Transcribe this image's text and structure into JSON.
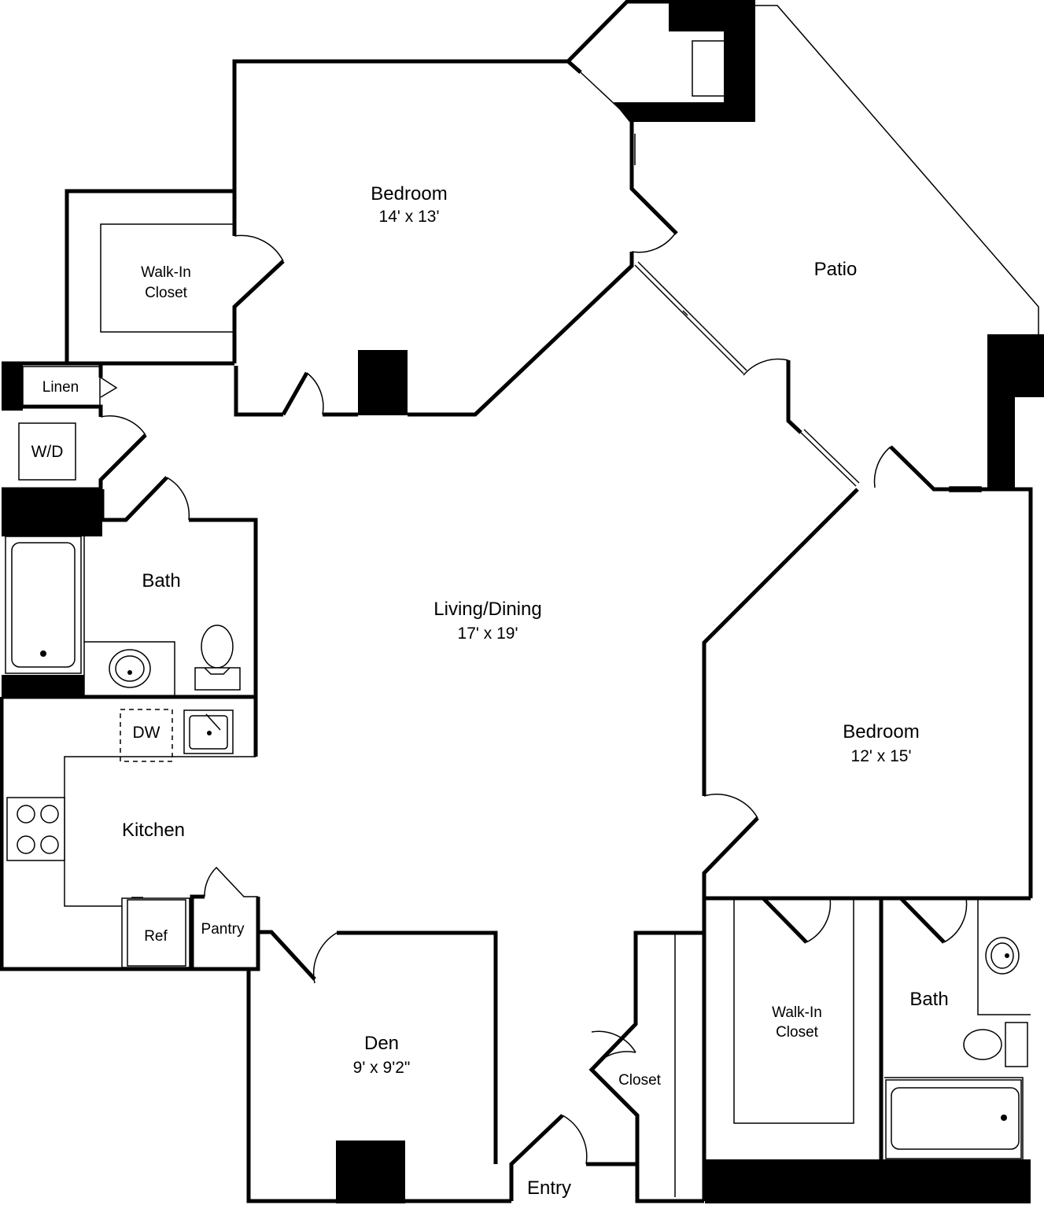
{
  "rooms": {
    "bedroom_1": {
      "name": "Bedroom",
      "size": "14' x 13'"
    },
    "walk_in_closet_1": {
      "line1": "Walk-In",
      "line2": "Closet"
    },
    "patio": {
      "name": "Patio"
    },
    "linen": {
      "name": "Linen"
    },
    "washer_dryer": {
      "name": "W/D"
    },
    "bath_1": {
      "name": "Bath"
    },
    "living_dining": {
      "name": "Living/Dining",
      "size": "17' x 19'"
    },
    "dishwasher": {
      "name": "DW"
    },
    "kitchen": {
      "name": "Kitchen"
    },
    "refrigerator": {
      "name": "Ref"
    },
    "pantry": {
      "name": "Pantry"
    },
    "bedroom_2": {
      "name": "Bedroom",
      "size": "12' x 15'"
    },
    "walk_in_closet_2": {
      "line1": "Walk-In",
      "line2": "Closet"
    },
    "bath_2": {
      "name": "Bath"
    },
    "den": {
      "name": "Den",
      "size": "9' x 9'2\""
    },
    "closet": {
      "name": "Closet"
    },
    "entry": {
      "name": "Entry"
    }
  }
}
